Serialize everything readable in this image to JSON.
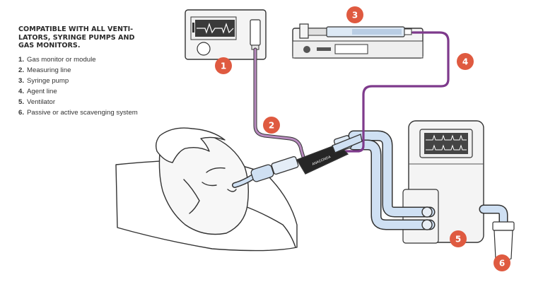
{
  "legend": {
    "title": "COMPATIBLE WITH ALL VENTI-\nLATORS, SYRINGE PUMPS AND\nGAS MONITORS.",
    "items": [
      {
        "num": "1.",
        "label": "Gas monitor or module"
      },
      {
        "num": "2.",
        "label": "Measuring line"
      },
      {
        "num": "3.",
        "label": "Syringe pump"
      },
      {
        "num": "4.",
        "label": "Agent line"
      },
      {
        "num": "5.",
        "label": "Ventilator"
      },
      {
        "num": "6.",
        "label": "Passive or active scavenging system"
      }
    ]
  },
  "badges": [
    "1",
    "2",
    "3",
    "4",
    "5",
    "6"
  ],
  "device_label": "ANACONDA",
  "colors": {
    "badge": "#df5a40",
    "measuring_line": "#b88bbf",
    "agent_line": "#7e3a8c",
    "tubing": "#cfe0f3",
    "outline": "#333333"
  }
}
